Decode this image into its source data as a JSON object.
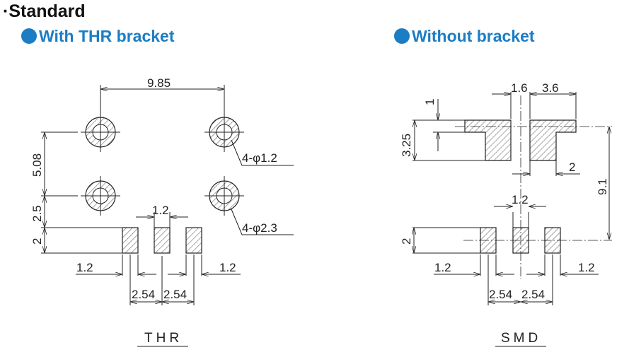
{
  "section_title": "·Standard",
  "left": {
    "heading": "With THR bracket",
    "dims": {
      "hole_pitch_x": "9.85",
      "hole_pitch_y": "5.08",
      "hole_to_pad": "2.5",
      "pad_height": "2",
      "pad_width_top": "1.2",
      "inner_hole": "4-φ1.2",
      "outer_ring": "4-φ2.3",
      "pad_left": "1.2",
      "pad_right": "1.2",
      "pitch_1": "2.54",
      "pitch_2": "2.54"
    },
    "caption": "THR"
  },
  "right": {
    "heading": "Without bracket",
    "dims": {
      "gap": "1.6",
      "tab_width": "3.6",
      "tab_height": "1",
      "bracket_height": "3.25",
      "leg_width": "2",
      "bracket_to_pads": "9.1",
      "pad_width_top": "1.2",
      "pad_height": "2",
      "pad_left": "1.2",
      "pad_right": "1.2",
      "pitch_1": "2.54",
      "pitch_2": "2.54"
    },
    "caption": "SMD"
  },
  "colors": {
    "accent": "#1b7dc4",
    "ink": "#222222"
  }
}
